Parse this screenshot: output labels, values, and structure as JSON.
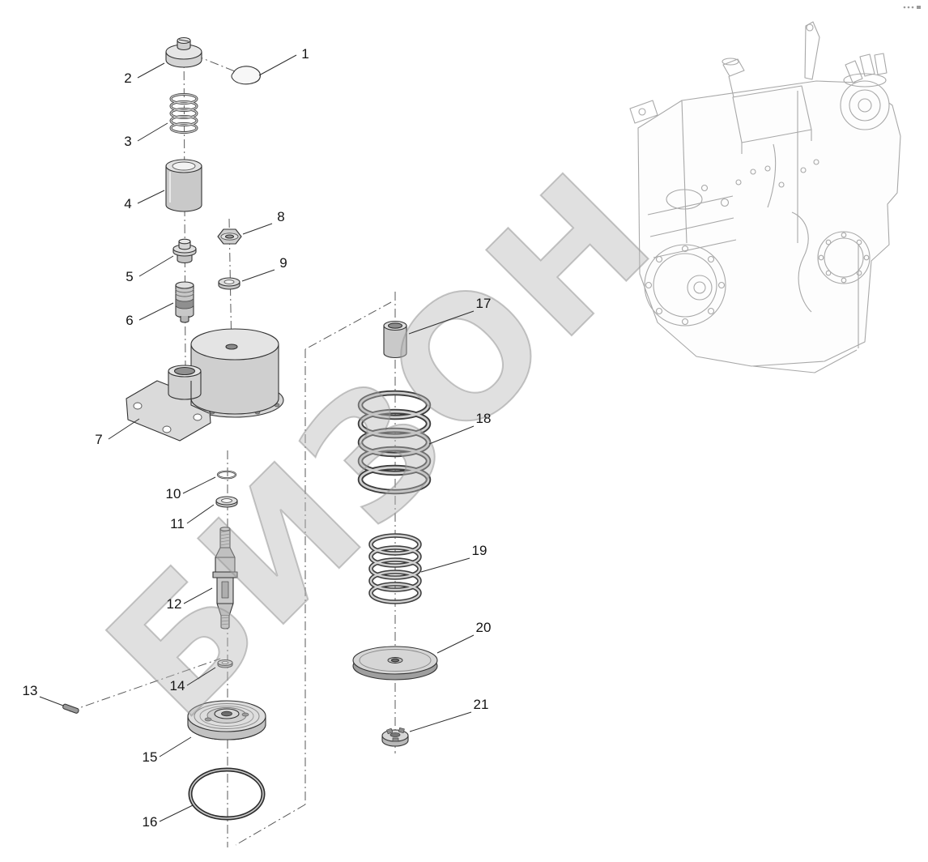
{
  "watermark": "БИЗОН",
  "callouts": [
    "1",
    "2",
    "3",
    "4",
    "5",
    "6",
    "7",
    "8",
    "9",
    "10",
    "11",
    "12",
    "13",
    "14",
    "15",
    "16",
    "17",
    "18",
    "19",
    "20",
    "21"
  ],
  "colors": {
    "outline": "#333333",
    "centerline": "#5a5a5a",
    "part_fill": "#cccccc",
    "engine_lineart": "#a8a8a8",
    "watermark_gray": "#b4b4b4",
    "background": "#ffffff"
  }
}
